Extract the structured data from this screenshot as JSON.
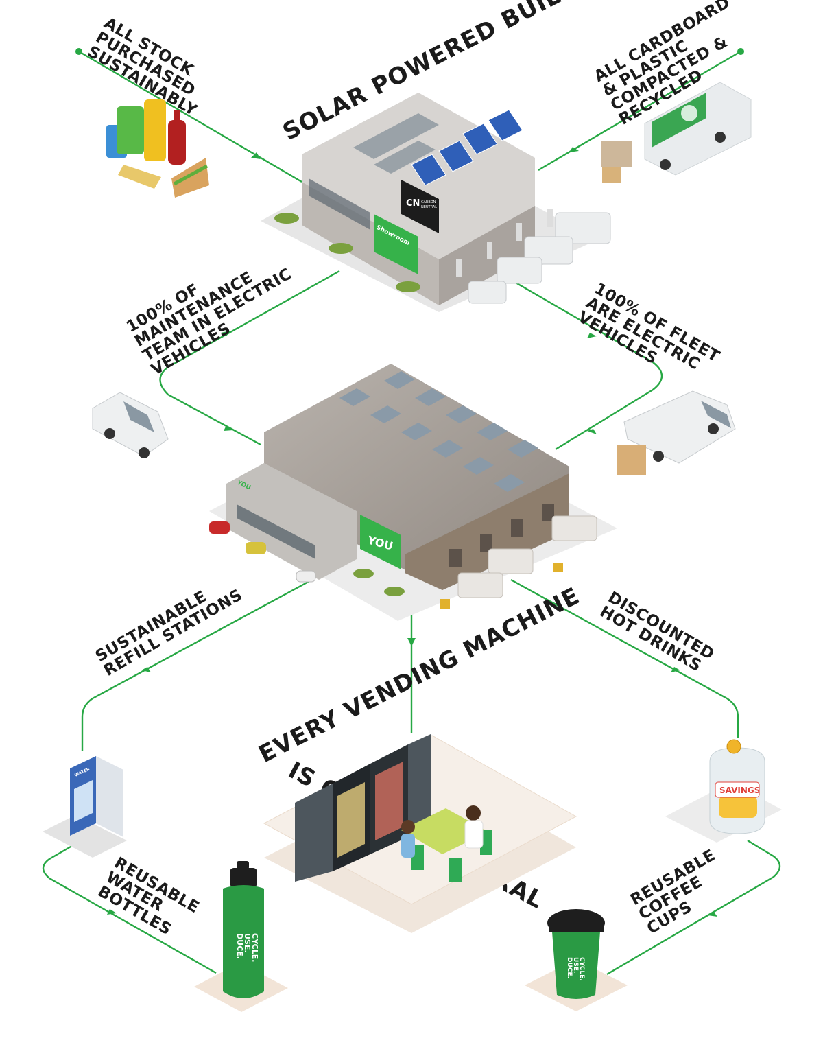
{
  "headings": {
    "solar": "SOLAR POWERED BUILDING",
    "vending_line1": "EVERY VENDING MACHINE",
    "vending_line2": "IS CARBON NEUTRAL"
  },
  "labels": {
    "stock": [
      "ALL STOCK",
      "PURCHASED",
      "SUSTAINABLY"
    ],
    "recycling": [
      "ALL CARDBOARD",
      "& PLASTIC",
      "COMPACTED &",
      "RECYCLED"
    ],
    "maintenance": [
      "100% OF",
      "MAINTENANCE",
      "TEAM IN ELECTRIC",
      "VEHICLES"
    ],
    "fleet": [
      "100% OF FLEET",
      "ARE ELECTRIC",
      "VEHICLES"
    ],
    "refill": [
      "SUSTAINABLE",
      "REFILL STATIONS"
    ],
    "hot_drinks": [
      "DISCOUNTED",
      "HOT DRINKS"
    ],
    "bottles": [
      "REUSABLE",
      "WATER",
      "BOTTLES"
    ],
    "cups": [
      "REUSABLE",
      "COFFEE",
      "CUPS"
    ]
  },
  "signs": {
    "carbon_neutral_logo": "CN",
    "carbon_neutral_text": [
      "CARBON",
      "NEUTRAL"
    ],
    "showroom": "Showroom",
    "you_big": "YOU",
    "you_small": "YOU",
    "water": "WATER",
    "savings": "SAVINGS",
    "reduce": [
      "DUCE.",
      "USE.",
      "CYCLE."
    ]
  },
  "colors": {
    "accent_green": "#27a844",
    "text_dark": "#1b1b1b"
  }
}
